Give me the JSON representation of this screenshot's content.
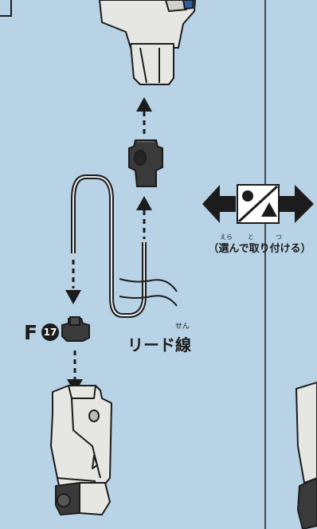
{
  "part_label": {
    "letter": "F",
    "number": "17"
  },
  "lead_wire": {
    "label": "リード線",
    "ruby": "せん"
  },
  "option_note": {
    "text": "（選んで取り付ける）",
    "ruby": [
      "えら",
      "と",
      "つ"
    ]
  },
  "colors": {
    "background": "#b9d3e6",
    "line": "#1c1c1c",
    "part_light": "#e6e6e2",
    "part_dark": "#3a3a3a"
  }
}
